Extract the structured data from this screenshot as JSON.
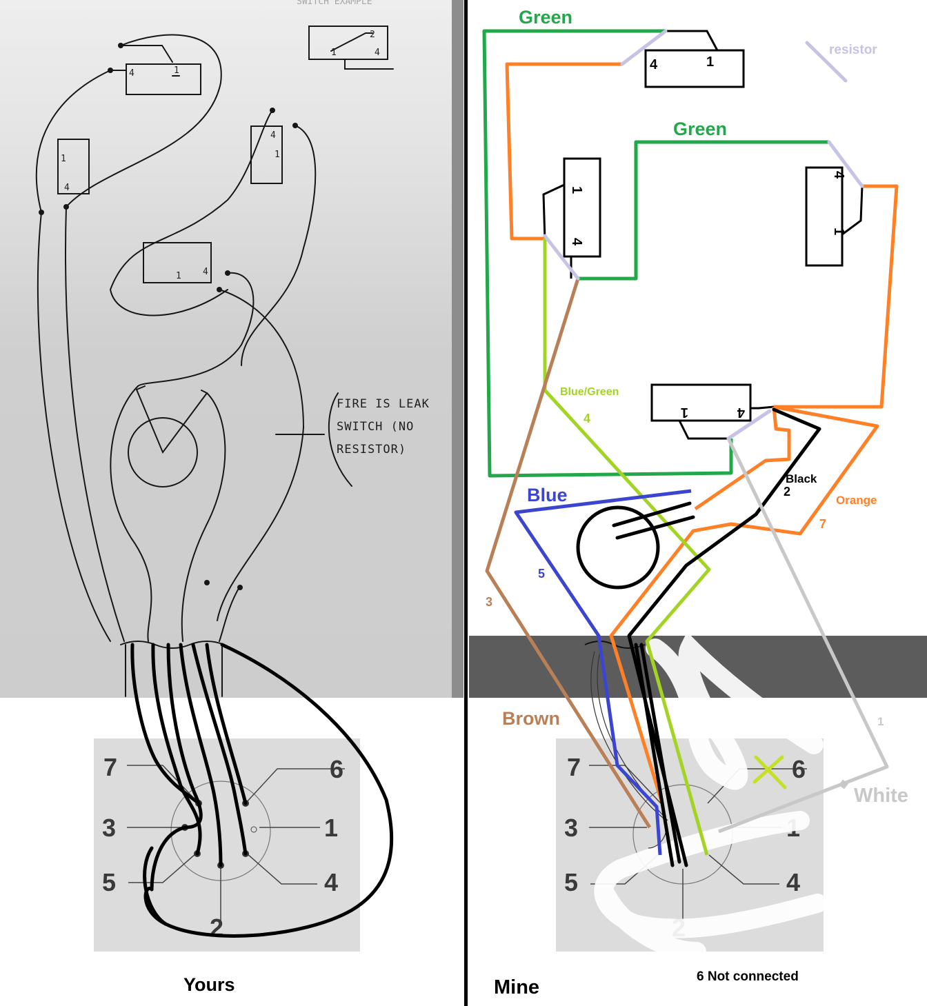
{
  "left": {
    "caption": "Yours",
    "sketch_note": "FIRE IS LEAK SWITCH (NO RESISTOR)",
    "sketch_title": "SWITCH EXAMPLE",
    "switch_labels": {
      "a": "1",
      "b": "4",
      "c": "2"
    },
    "pins": [
      "7",
      "6",
      "3",
      "1",
      "5",
      "4",
      "2"
    ]
  },
  "right": {
    "caption": "Mine",
    "note": "6 Not connected",
    "legend_resistor": "resistor",
    "switch_labels": {
      "one": "1",
      "four": "4"
    },
    "wires": {
      "green_top": "Green",
      "green_mid": "Green",
      "bluegreen": "Blue/Green",
      "bluegreen_num": "4",
      "blue": "Blue",
      "blue_num": "5",
      "brown": "Brown",
      "brown_num": "3",
      "black": "Black",
      "black_num": "2",
      "orange": "Orange",
      "orange_num": "7",
      "white": "White",
      "white_num": "1"
    },
    "pins": [
      "7",
      "6",
      "3",
      "1",
      "5",
      "4",
      "2"
    ]
  },
  "colors": {
    "green": "#22a84a",
    "orange": "#ff8026",
    "bluegreen": "#a3d425",
    "blue": "#3c45d0",
    "brown": "#b98058",
    "black": "#000000",
    "white_wire": "#c8c8c8",
    "resistor": "#c7c3e6",
    "pin_label": "#3a3a3a",
    "x_mark": "#c6e02a"
  }
}
